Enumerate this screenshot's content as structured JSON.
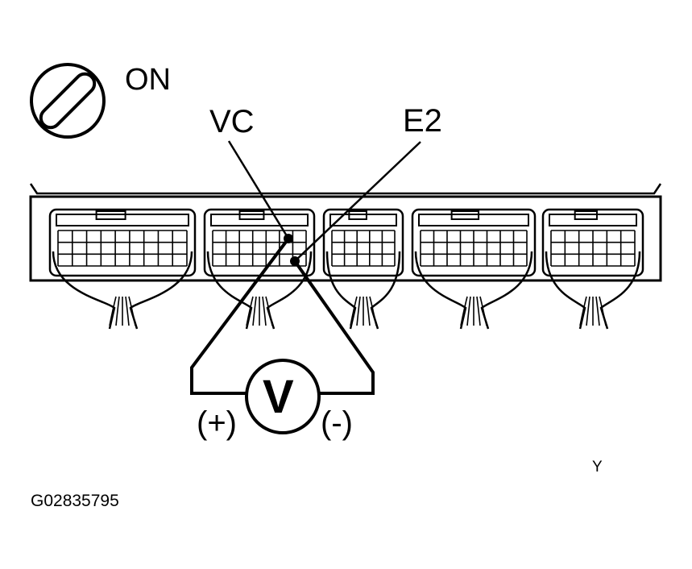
{
  "ignition": {
    "state_label": "ON"
  },
  "terminals": {
    "left": "VC",
    "right": "E2"
  },
  "meter": {
    "symbol": "V",
    "positive": "(+)",
    "negative": "(-)"
  },
  "corner_mark": "Y",
  "figure_code": "G02835795"
}
